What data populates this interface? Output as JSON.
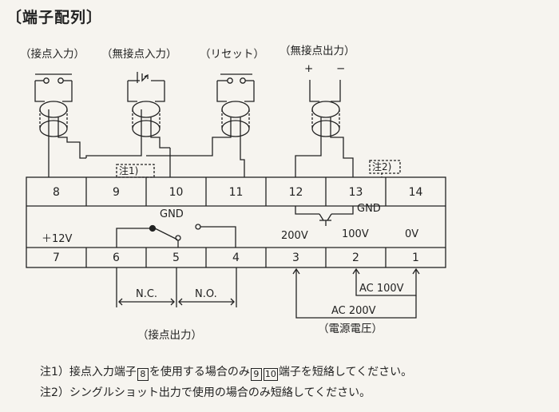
{
  "title": "〔端子配列〕",
  "top_labels": {
    "contact_input": "（接点入力）",
    "non_contact_input": "（無接点入力）",
    "reset": "（リセット）",
    "non_contact_output": "（無接点出力）"
  },
  "polarity": {
    "plus": "+",
    "minus": "−"
  },
  "callouts": {
    "note1": "注1)",
    "note2": "注2)"
  },
  "terminals_top": [
    "8",
    "9",
    "10",
    "11",
    "12",
    "13",
    "14"
  ],
  "terminals_bottom": [
    "7",
    "6",
    "5",
    "4",
    "3",
    "2",
    "1"
  ],
  "internal": {
    "gnd_left": "GND",
    "gnd_right": "GND",
    "plus12v": "＋12V",
    "v200": "200V",
    "v100": "100V",
    "v0": "0V"
  },
  "contacts": {
    "nc": "N.C.",
    "no": "N.O."
  },
  "power": {
    "ac100": "AC 100V",
    "ac200": "AC 200V"
  },
  "bottom_labels": {
    "contact_output": "（接点出力）",
    "power_supply": "（電源電圧）"
  },
  "notes": {
    "note1_prefix": "注1）接点入力端子",
    "note1_box_a": "8",
    "note1_mid": "を使用する場合のみ",
    "note1_box_b": "9",
    "note1_box_c": "10",
    "note1_suffix": "端子を短絡してください。",
    "note2": "注2）シングルショット出力で使用の場合のみ短絡してください。"
  }
}
